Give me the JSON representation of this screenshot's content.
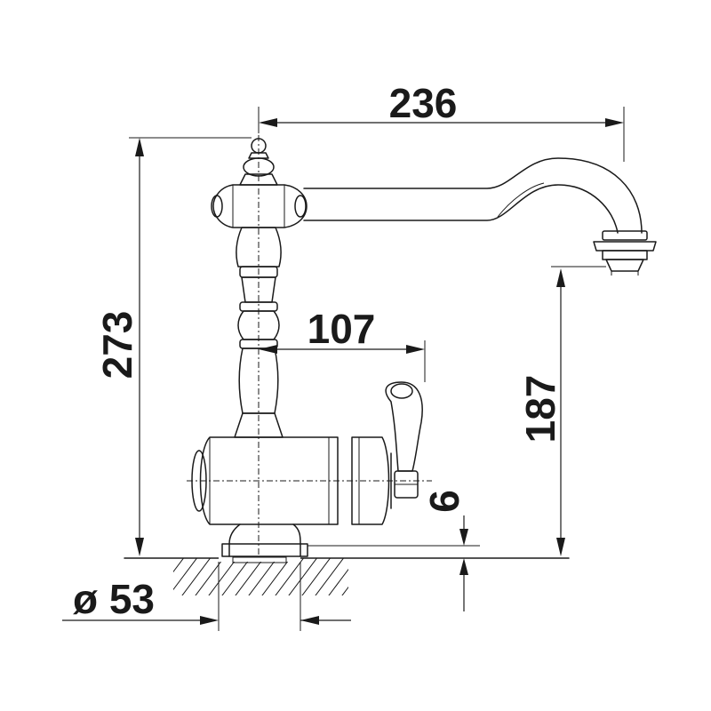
{
  "dimensions": {
    "spout_reach": "236",
    "total_height": "273",
    "lever_reach": "107",
    "spout_height": "187",
    "base_thickness": "6",
    "base_diameter": "ø 53"
  }
}
